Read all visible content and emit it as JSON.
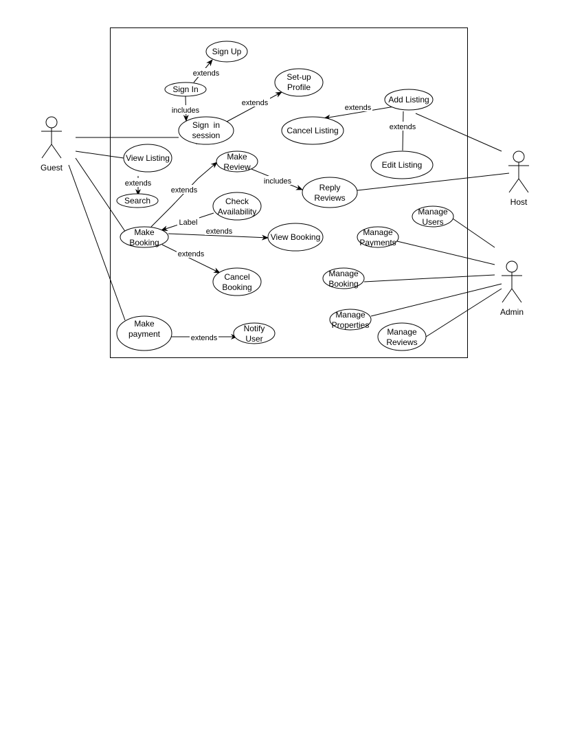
{
  "actors": {
    "guest": "Guest",
    "host": "Host",
    "admin": "Admin"
  },
  "use_cases": {
    "sign_up": [
      "Sign Up"
    ],
    "sign_in": [
      "Sign In"
    ],
    "sign_in_session": [
      "Sign  in",
      "session"
    ],
    "setup_profile": [
      "Set-up",
      "Profile"
    ],
    "add_listing": [
      "Add Listing"
    ],
    "cancel_listing": [
      "Cancel Listing"
    ],
    "edit_listing": [
      "Edit Listing"
    ],
    "view_listing": [
      "View Listing"
    ],
    "search": [
      "Search"
    ],
    "make_review": [
      "Make",
      "Review"
    ],
    "reply_reviews": [
      "Reply",
      "Reviews"
    ],
    "check_availability": [
      "Check",
      "Availability"
    ],
    "make_booking": [
      "Make",
      "Booking"
    ],
    "view_booking": [
      "View Booking"
    ],
    "cancel_booking": [
      "Cancel",
      "Booking"
    ],
    "make_payment": [
      "Make",
      "payment"
    ],
    "notify_user": [
      "Notify",
      "User"
    ],
    "manage_users": [
      "Manage",
      "Users"
    ],
    "manage_payments": [
      "Manage",
      "Payments"
    ],
    "manage_booking": [
      "Manage",
      "Booking"
    ],
    "manage_properties": [
      "Manage",
      "Properties"
    ],
    "manage_reviews": [
      "Manage",
      "Reviews"
    ]
  },
  "relations": {
    "signin_signup": "extends",
    "signin_session": "includes",
    "session_profile": "extends",
    "add_cancel_listing": "extends",
    "add_edit_listing": "extends",
    "view_search": "extends",
    "booking_review": "extends",
    "review_reply": "includes",
    "availability_booking": "Label",
    "booking_view": "extends",
    "booking_cancel": "extends",
    "payment_notify": "extends"
  }
}
